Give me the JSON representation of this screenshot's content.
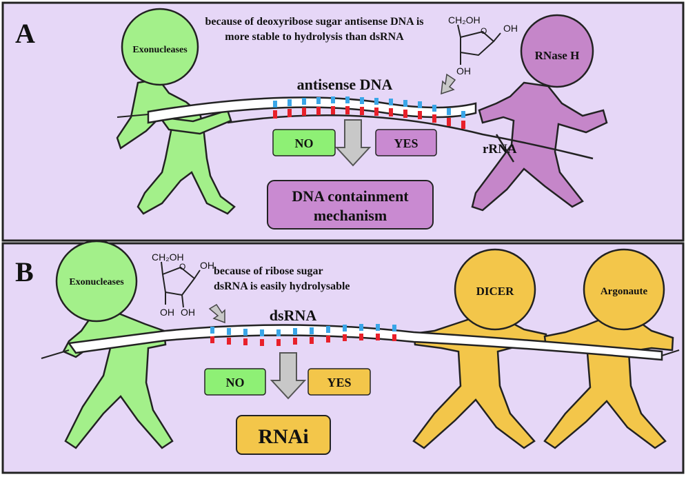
{
  "panelA": {
    "label": "A",
    "note_line1": "because of deoxyribose sugar antisense DNA is",
    "note_line2": "more stable to hydrolysis than dsRNA",
    "left_enzyme": "Exonucleases",
    "right_enzyme": "RNase H",
    "strand_label": "antisense DNA",
    "target_label": "rRNA",
    "no_label": "NO",
    "yes_label": "YES",
    "outcome_line1": "DNA containment",
    "outcome_line2": "mechanism",
    "sugar": {
      "top_group": "CH₂OH",
      "oh_right": "OH",
      "oh_bottom": "OH"
    }
  },
  "panelB": {
    "label": "B",
    "note_line1": "because of ribose sugar",
    "note_line2": "dsRNA is easily hydrolysable",
    "left_enzyme": "Exonucleases",
    "right_enzyme1": "DICER",
    "right_enzyme2": "Argonaute",
    "strand_label": "dsRNA",
    "no_label": "NO",
    "yes_label": "YES",
    "outcome": "RNAi",
    "sugar": {
      "top_group": "CH₂OH",
      "oh_right": "OH",
      "oh_bottom1": "OH",
      "oh_bottom2": "OH"
    }
  },
  "colors": {
    "panel_bg": "#e6d7f7",
    "green_figure": "#a3f08a",
    "purple_figure": "#c586c9",
    "yellow_figure": "#f3c64a",
    "no_box": "#8ef075",
    "yes_box_a": "#c98ad1",
    "yes_box_b": "#f3c64a",
    "outcome_box_a": "#c98ad1",
    "outcome_box_b": "#f3c64a",
    "base_blue": "#3aa6e8",
    "base_red": "#e8202a",
    "arrow_gray": "#c8c8c8"
  }
}
